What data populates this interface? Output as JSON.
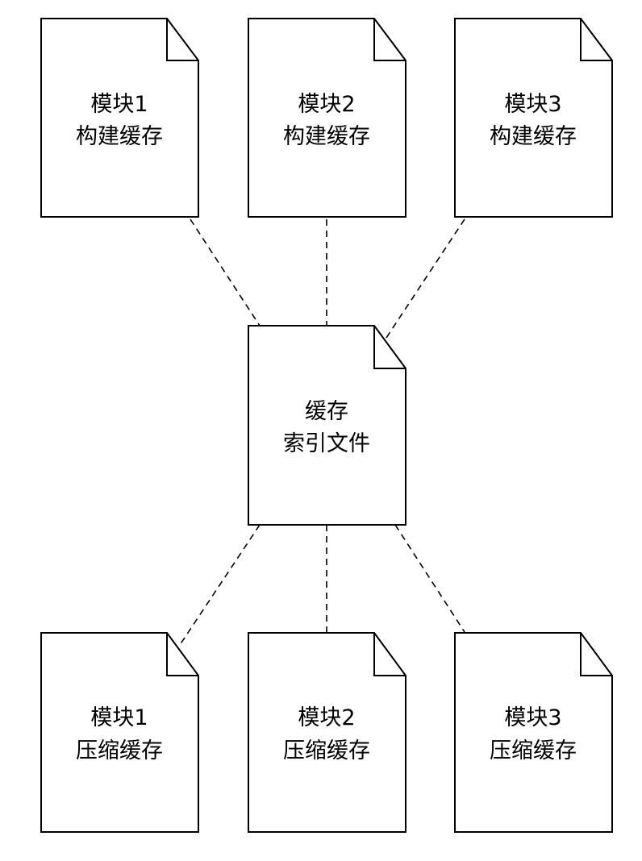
{
  "nodes": {
    "top1": {
      "line1": "模块1",
      "line2": "构建缓存"
    },
    "top2": {
      "line1": "模块2",
      "line2": "构建缓存"
    },
    "top3": {
      "line1": "模块3",
      "line2": "构建缓存"
    },
    "center": {
      "line1": "缓存",
      "line2": "索引文件"
    },
    "bot1": {
      "line1": "模块1",
      "line2": "压缩缓存"
    },
    "bot2": {
      "line1": "模块2",
      "line2": "压缩缓存"
    },
    "bot3": {
      "line1": "模块3",
      "line2": "压缩缓存"
    }
  },
  "edges": [
    {
      "from": "top1",
      "to": "center"
    },
    {
      "from": "top2",
      "to": "center"
    },
    {
      "from": "top3",
      "to": "center"
    },
    {
      "from": "center",
      "to": "bot1"
    },
    {
      "from": "center",
      "to": "bot2"
    },
    {
      "from": "center",
      "to": "bot3"
    }
  ],
  "colors": {
    "stroke": "#000000",
    "fill": "#ffffff",
    "text": "#000000"
  }
}
